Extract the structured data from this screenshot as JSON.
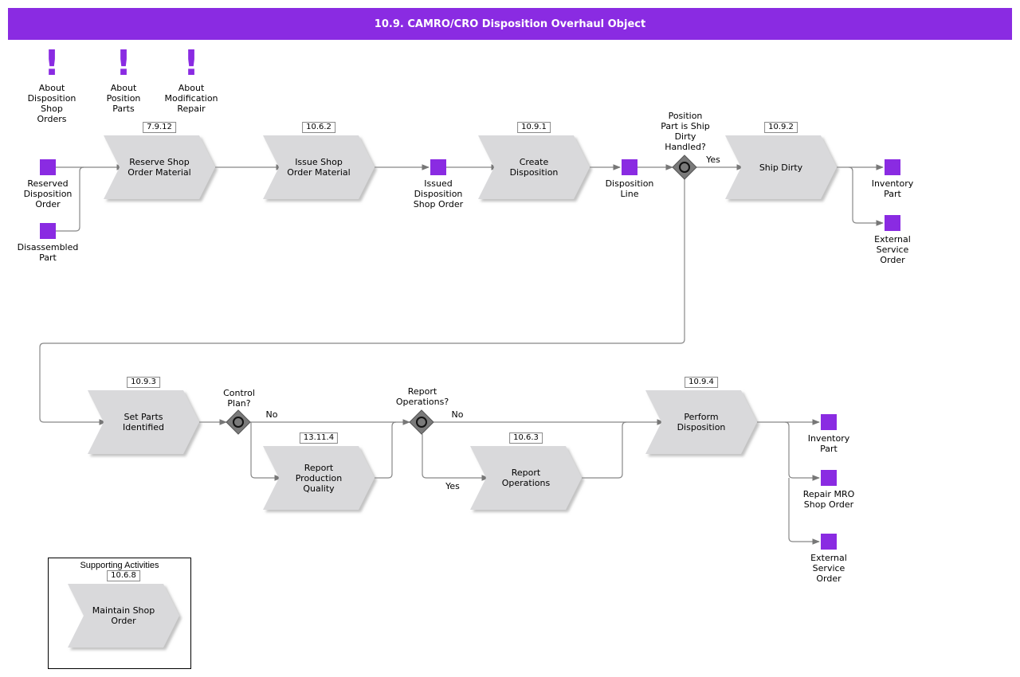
{
  "title": "10.9. CAMRO/CRO Disposition Overhaul Object",
  "notes": [
    {
      "id": "note-1",
      "label": "About\nDisposition\nShop\nOrders"
    },
    {
      "id": "note-2",
      "label": "About\nPosition\nParts"
    },
    {
      "id": "note-3",
      "label": "About\nModification\nRepair"
    }
  ],
  "processes": [
    {
      "id": "p1",
      "ref": "7.9.12",
      "label": "Reserve Shop\nOrder Material"
    },
    {
      "id": "p2",
      "ref": "10.6.2",
      "label": "Issue Shop\nOrder Material"
    },
    {
      "id": "p3",
      "ref": "10.9.1",
      "label": "Create\nDisposition"
    },
    {
      "id": "p4",
      "ref": "10.9.2",
      "label": "Ship Dirty"
    },
    {
      "id": "p5",
      "ref": "10.9.3",
      "label": "Set Parts\nIdentified"
    },
    {
      "id": "p6",
      "ref": "13.11.4",
      "label": "Report\nProduction\nQuality"
    },
    {
      "id": "p7",
      "ref": "10.6.3",
      "label": "Report\nOperations"
    },
    {
      "id": "p8",
      "ref": "10.9.4",
      "label": "Perform\nDisposition"
    },
    {
      "id": "p9",
      "ref": "10.6.8",
      "label": "Maintain Shop\nOrder"
    }
  ],
  "objects": [
    {
      "id": "o1",
      "label": "Reserved\nDisposition\nOrder"
    },
    {
      "id": "o2",
      "label": "Disassembled\nPart"
    },
    {
      "id": "o3",
      "label": "Issued\nDisposition\nShop Order"
    },
    {
      "id": "o4",
      "label": "Disposition\nLine"
    },
    {
      "id": "o5",
      "label": "Inventory\nPart"
    },
    {
      "id": "o6",
      "label": "External\nService\nOrder"
    },
    {
      "id": "o7",
      "label": "Inventory\nPart"
    },
    {
      "id": "o8",
      "label": "Repair MRO\nShop Order"
    },
    {
      "id": "o9",
      "label": "External\nService\nOrder"
    }
  ],
  "gateways": [
    {
      "id": "g1",
      "label": "Position\nPart is Ship\nDirty\nHandled?"
    },
    {
      "id": "g2",
      "label": "Control\nPlan?"
    },
    {
      "id": "g3",
      "label": "Report\nOperations?"
    }
  ],
  "edge_labels": {
    "g1_yes": "Yes",
    "g2_no": "No",
    "g3_no": "No",
    "g3_yes": "Yes"
  },
  "supporting": {
    "title": "Supporting Activities"
  },
  "colors": {
    "header": "#8a2be2",
    "object": "#8a2be2",
    "process_fill": "#d9d9db",
    "process_shadow": "#b4b4b4",
    "gateway": "#7a7a7a",
    "line": "#888888"
  }
}
